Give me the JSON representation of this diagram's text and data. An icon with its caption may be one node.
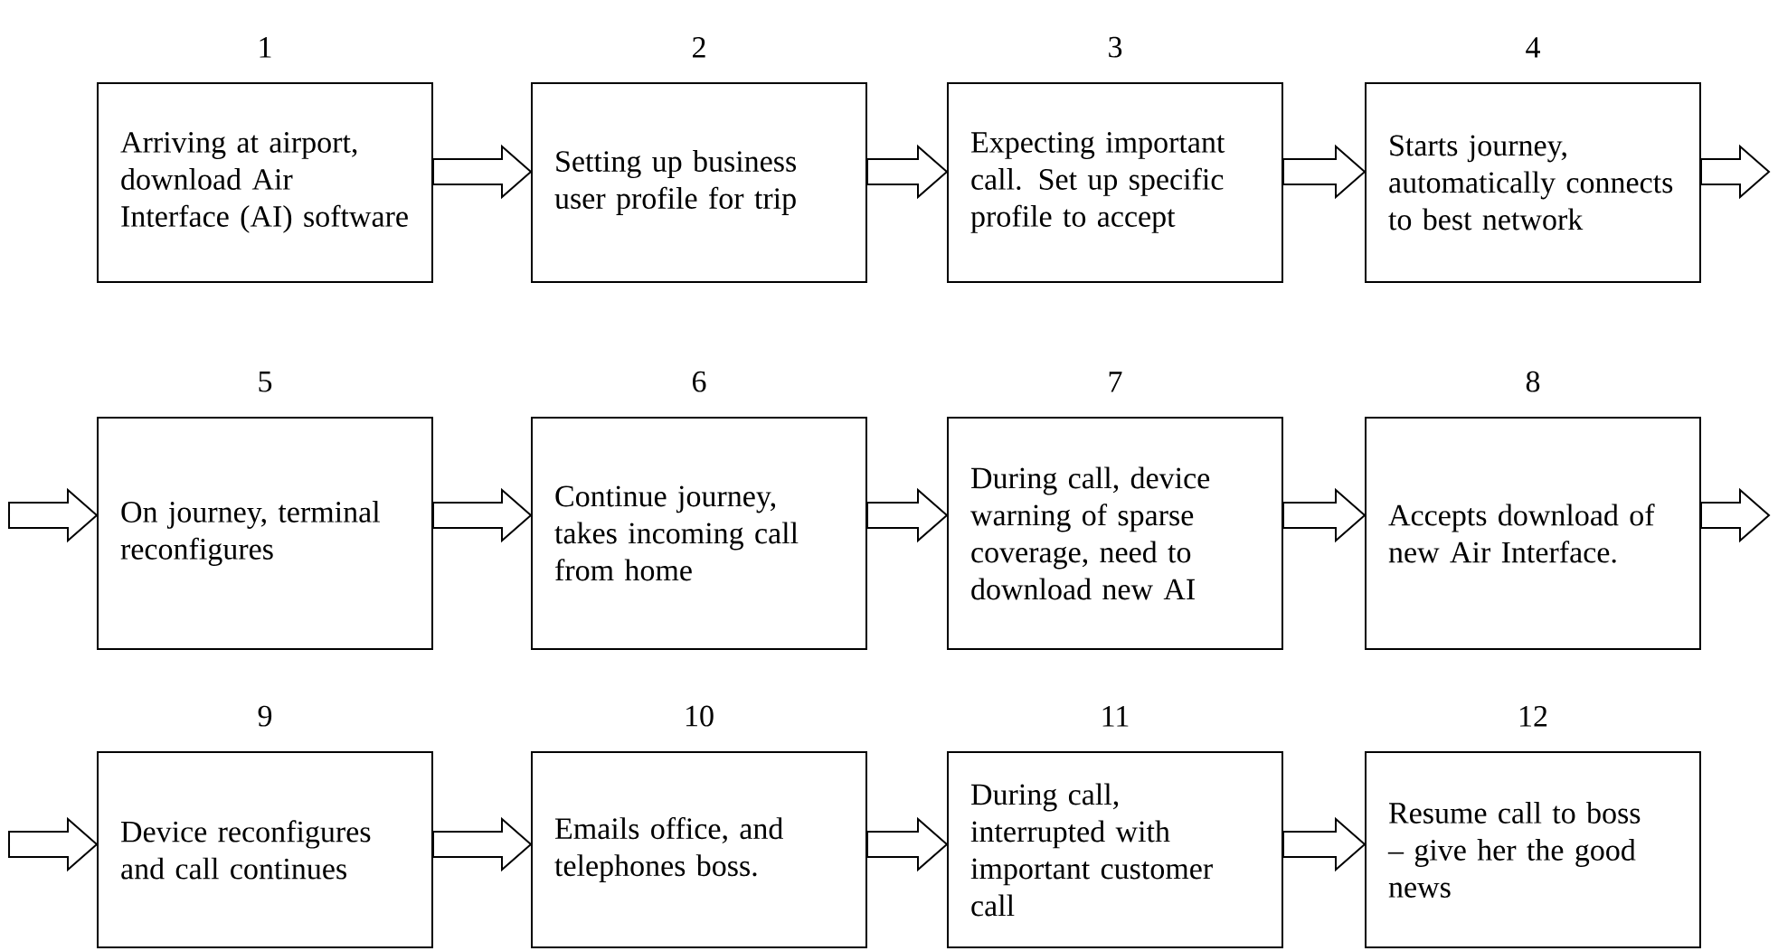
{
  "diagram": {
    "nodes": [
      {
        "text": [
          "Arriving at airport, download Air Interface (AI) software"
        ],
        "beside": [
          "1"
        ]
      },
      {
        "text": [
          "Setting up business user profile for trip"
        ],
        "beside": [
          "2"
        ]
      },
      {
        "text": [
          "Expecting important call. Set up specific profile to accept"
        ],
        "beside": [
          "3"
        ]
      },
      {
        "text": [
          "Starts journey, automatically connects to best network"
        ],
        "beside": [
          "4"
        ]
      },
      {
        "text": [
          "On journey, terminal reconfigures"
        ],
        "beside": [
          "5"
        ]
      },
      {
        "text": [
          "Continue journey, takes incoming call from home"
        ],
        "beside": [
          "6"
        ]
      },
      {
        "text": [
          "During call, device warning of sparse coverage,  need to download new AI"
        ],
        "beside": [
          "7"
        ]
      },
      {
        "text": [
          "Accepts download of new Air Interface."
        ],
        "beside": [
          "8"
        ]
      },
      {
        "text": [
          "Device reconfigures and call continues"
        ],
        "beside": [
          "9"
        ]
      },
      {
        "text": [
          "Emails office, and telephones boss."
        ],
        "beside": [
          "10"
        ]
      },
      {
        "text": [
          "During call, interrupted with important customer call"
        ],
        "beside": [
          "11"
        ]
      },
      {
        "text": [
          "Resume call to boss – give her the good news"
        ],
        "beside": [
          "12"
        ]
      }
    ],
    "edges": [
      {
        "from": 0,
        "to": 1,
        "arrow": "to"
      },
      {
        "from": 1,
        "to": 2,
        "arrow": "to"
      },
      {
        "from": 2,
        "to": 3,
        "arrow": "to"
      },
      {
        "from": 3,
        "to": null,
        "arrow": "to"
      },
      {
        "from": null,
        "to": 4,
        "arrow": "to"
      },
      {
        "from": 4,
        "to": 5,
        "arrow": "to"
      },
      {
        "from": 5,
        "to": 6,
        "arrow": "to"
      },
      {
        "from": 6,
        "to": 7,
        "arrow": "to"
      },
      {
        "from": 7,
        "to": null,
        "arrow": "to"
      },
      {
        "from": null,
        "to": 8,
        "arrow": "to"
      },
      {
        "from": 8,
        "to": 9,
        "arrow": "to"
      },
      {
        "from": 9,
        "to": 10,
        "arrow": "to"
      },
      {
        "from": 10,
        "to": 11,
        "arrow": "to"
      }
    ]
  }
}
